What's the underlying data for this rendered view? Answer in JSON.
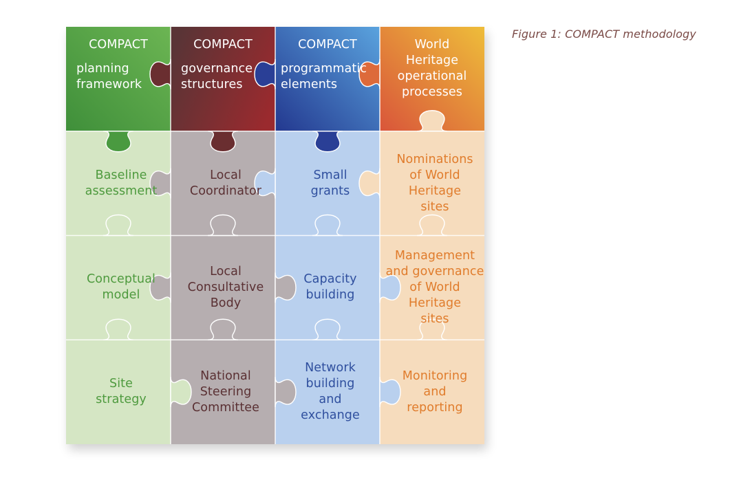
{
  "caption": "Figure 1: COMPACT methodology",
  "columns": [
    {
      "key": "planning",
      "header": {
        "heading": "COMPACT",
        "lines": [
          "planning",
          "framework"
        ]
      },
      "colors": {
        "header_from": "#3f8f3a",
        "header_to": "#6cb553",
        "body": "#d5e6c4",
        "text": "#4e9a3e"
      },
      "items": [
        {
          "lines": [
            "Baseline",
            "assessment"
          ]
        },
        {
          "lines": [
            "Conceptual",
            "model"
          ]
        },
        {
          "lines": [
            "Site",
            "strategy"
          ]
        }
      ]
    },
    {
      "key": "governance",
      "header": {
        "heading": "COMPACT",
        "lines": [
          "governance",
          "structures"
        ]
      },
      "colors": {
        "header_from": "#5a3436",
        "header_to": "#9a2a2e",
        "body": "#b6aeb0",
        "text": "#5a3033"
      },
      "items": [
        {
          "lines": [
            "Local",
            "Coordinator"
          ]
        },
        {
          "lines": [
            "Local",
            "Consultative",
            "Body"
          ]
        },
        {
          "lines": [
            "National",
            "Steering",
            "Committee"
          ]
        }
      ]
    },
    {
      "key": "programmatic",
      "header": {
        "heading": "COMPACT",
        "lines": [
          "programmatic",
          "elements"
        ]
      },
      "colors": {
        "header_from": "#23388f",
        "header_to": "#5aa3de",
        "body": "#b9d0ee",
        "text": "#2f4f9e"
      },
      "items": [
        {
          "lines": [
            "Small",
            "grants"
          ]
        },
        {
          "lines": [
            "Capacity",
            "building"
          ]
        },
        {
          "lines": [
            "Network",
            "building",
            "and",
            "exchange"
          ]
        }
      ]
    },
    {
      "key": "world-heritage",
      "header": {
        "heading": "",
        "lines": [
          "World",
          "Heritage",
          "operational",
          "processes"
        ]
      },
      "colors": {
        "header_from": "#d9553a",
        "header_to": "#eebd3a",
        "body": "#f6dcbd",
        "text": "#e07c2c"
      },
      "items": [
        {
          "lines": [
            "Nominations",
            "of World",
            "Heritage",
            "sites"
          ]
        },
        {
          "lines": [
            "Management",
            "and governance",
            "of World",
            "Heritage",
            "sites"
          ]
        },
        {
          "lines": [
            "Monitoring",
            "and",
            "reporting"
          ]
        }
      ]
    }
  ]
}
